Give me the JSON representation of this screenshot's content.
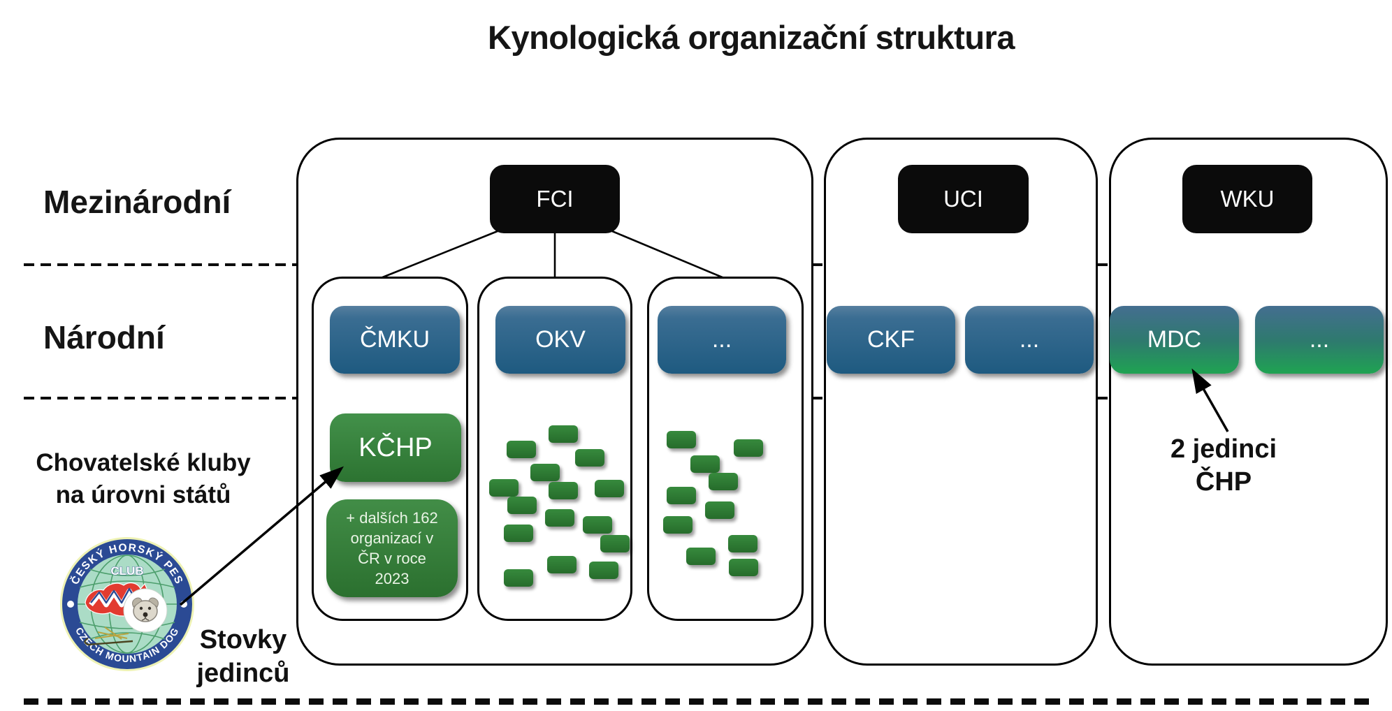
{
  "title": "Kynologická organizační struktura",
  "row_labels": {
    "international": "Mezinárodní",
    "national": "Národní",
    "clubs_line1": "Chovatelské kluby",
    "clubs_line2": "na úrovni států"
  },
  "international_row": [
    {
      "label": "FCI"
    },
    {
      "label": "UCI"
    },
    {
      "label": "WKU"
    }
  ],
  "national_row": [
    {
      "label": "ČMKU",
      "variant": "blue"
    },
    {
      "label": "OKV",
      "variant": "blue"
    },
    {
      "label": "...",
      "variant": "blue"
    },
    {
      "label": "CKF",
      "variant": "blue"
    },
    {
      "label": "...",
      "variant": "blue"
    },
    {
      "label": "MDC",
      "variant": "blue-green"
    },
    {
      "label": "...",
      "variant": "blue-green"
    }
  ],
  "club_box": {
    "label": "KČHP"
  },
  "info_box": {
    "lines": [
      "+ dalších 162",
      "organizací v",
      "ČR v roce",
      "2023"
    ]
  },
  "annotations": {
    "hundreds_line1": "Stovky",
    "hundreds_line2": "jedinců",
    "two_individuals_line1": "2 jedinci",
    "two_individuals_line2": "ČHP"
  },
  "logo": {
    "top_text": "ČESKÝ HORSKÝ PES",
    "club_text": "CLUB",
    "bottom_text": "CZECH MOUNTAIN DOG"
  },
  "scatter": {
    "middle_group": [
      [
        785,
        609
      ],
      [
        725,
        631
      ],
      [
        823,
        643
      ],
      [
        759,
        664
      ],
      [
        700,
        686
      ],
      [
        785,
        690
      ],
      [
        851,
        687
      ],
      [
        726,
        711
      ],
      [
        780,
        729
      ],
      [
        834,
        739
      ],
      [
        721,
        751
      ],
      [
        859,
        766
      ],
      [
        783,
        796
      ],
      [
        843,
        804
      ],
      [
        721,
        815
      ]
    ],
    "right_group": [
      [
        954,
        617
      ],
      [
        1050,
        629
      ],
      [
        988,
        652
      ],
      [
        1014,
        677
      ],
      [
        954,
        697
      ],
      [
        1009,
        718
      ],
      [
        949,
        739
      ],
      [
        1042,
        766
      ],
      [
        982,
        784
      ],
      [
        1043,
        800
      ]
    ]
  },
  "colors": {
    "box_dark": "#0b0b0b",
    "blue_top": "#567f9f",
    "blue_bottom": "#1e5a80",
    "green_top": "#43914a",
    "green_bottom": "#2c7331",
    "blue_green_bottom": "#1fa352",
    "logo_ring_blue": "#2b4a94",
    "logo_inner_teal": "#abdcc6",
    "map_red": "#e23b30"
  }
}
